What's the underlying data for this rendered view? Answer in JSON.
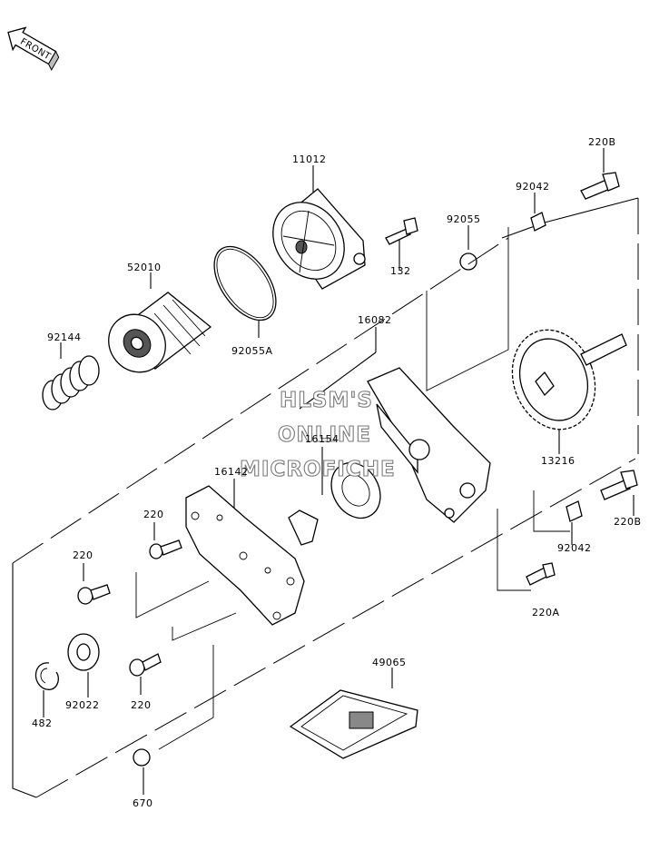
{
  "direction_tag": {
    "text": "FRONT"
  },
  "watermark": {
    "line1": "HLSM'S",
    "line2": "ONLINE",
    "line3": "MICROFICHE"
  },
  "labels": {
    "p11012": "11012",
    "p220B_top": "220B",
    "p92042_top": "92042",
    "p92055": "92055",
    "p132": "132",
    "p52010": "52010",
    "p92055A": "92055A",
    "p92144": "92144",
    "p16082": "16082",
    "p16154": "16154",
    "p16142": "16142",
    "p13216": "13216",
    "p220_a": "220",
    "p220_b": "220",
    "p220_c": "220",
    "p220B_bot": "220B",
    "p92042_bot": "92042",
    "p220A": "220A",
    "p49065": "49065",
    "p92022": "92022",
    "p482": "482",
    "p670": "670"
  }
}
